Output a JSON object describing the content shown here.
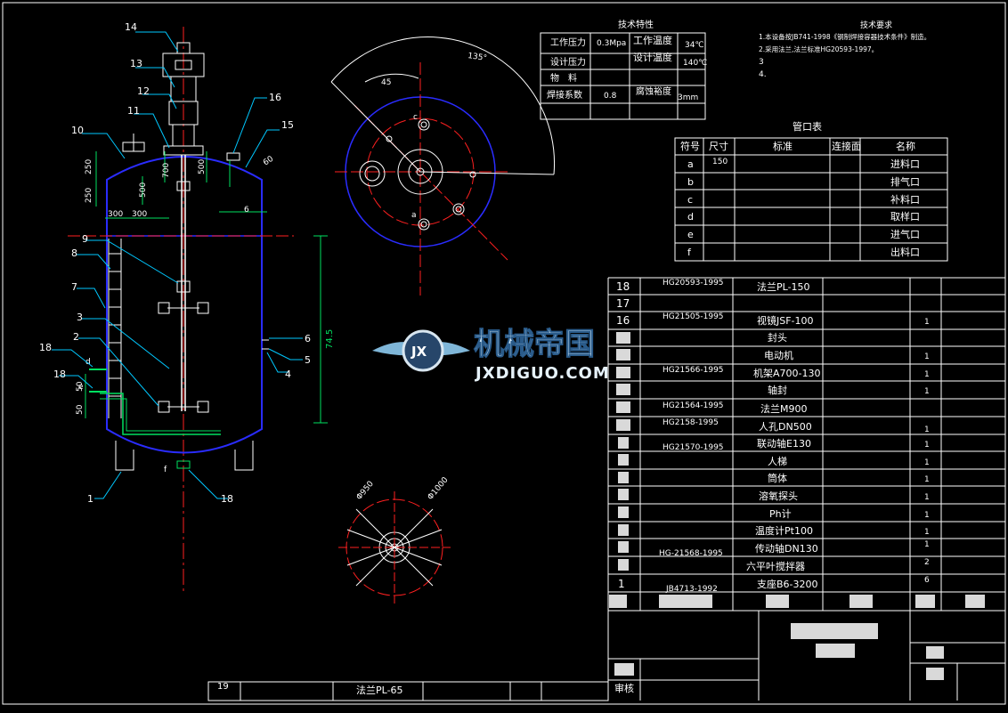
{
  "tech_table": {
    "title": "技术特性",
    "rows": [
      [
        "工作压力",
        "0.3Mpa",
        "工作温度",
        "34℃"
      ],
      [
        "设计压力",
        "",
        "设计温度",
        "140℃"
      ],
      [
        "物　料",
        "",
        "",
        ""
      ],
      [
        "焊接系数",
        "0.8",
        "腐蚀裕度",
        "3mm"
      ]
    ]
  },
  "notes": {
    "title": "技术要求",
    "lines": [
      "1.本设备按JB741-1998《钢制焊接容器技术条件》制造。",
      "2.采用法兰,法兰标准HG20593-1997。",
      "3",
      "4."
    ]
  },
  "nozzle_table": {
    "title": "管口表",
    "headers": [
      "符号",
      "尺寸",
      "标准",
      "连接面",
      "名称"
    ],
    "rows": [
      [
        "a",
        "150",
        "",
        "",
        "进料口"
      ],
      [
        "b",
        "",
        "",
        "",
        "排气口"
      ],
      [
        "c",
        "",
        "",
        "",
        "补料口"
      ],
      [
        "d",
        "",
        "",
        "",
        "取样口"
      ],
      [
        "e",
        "",
        "",
        "",
        "进气口"
      ],
      [
        "f",
        "",
        "",
        "",
        "出料口"
      ]
    ]
  },
  "bom": {
    "rows": [
      {
        "no": "18",
        "std": "HG20593-1995",
        "name": "法兰PL-150",
        "qty": ""
      },
      {
        "no": "17",
        "std": "",
        "name": "",
        "qty": ""
      },
      {
        "no": "16",
        "std": "HG21505-1995",
        "name": "视镜JSF-100",
        "qty": "1"
      },
      {
        "no": "",
        "std": "",
        "name": "封头",
        "qty": ""
      },
      {
        "no": "",
        "std": "",
        "name": "电动机",
        "qty": "1"
      },
      {
        "no": "",
        "std": "HG21566-1995",
        "name": "机架A700-130",
        "qty": "1"
      },
      {
        "no": "",
        "std": "",
        "name": "轴封",
        "qty": "1"
      },
      {
        "no": "",
        "std": "HG21564-1995",
        "name": "法兰M900",
        "qty": ""
      },
      {
        "no": "",
        "std": "HG2158-1995",
        "name": "人孔DN500",
        "qty": "1"
      },
      {
        "no": "",
        "std": "HG21570-1995",
        "name": "联动轴E130",
        "qty": "1"
      },
      {
        "no": "",
        "std": "",
        "name": "人梯",
        "qty": "1"
      },
      {
        "no": "",
        "std": "",
        "name": "筒体",
        "qty": "1"
      },
      {
        "no": "",
        "std": "",
        "name": "溶氧探头",
        "qty": "1"
      },
      {
        "no": "",
        "std": "",
        "name": "Ph计",
        "qty": "1"
      },
      {
        "no": "",
        "std": "",
        "name": "温度计Pt100",
        "qty": "1"
      },
      {
        "no": "",
        "std": "HG-21568-1995",
        "name": "传动轴DN130",
        "qty": "1"
      },
      {
        "no": "",
        "std": "",
        "name": "六平叶搅拌器",
        "qty": "2"
      },
      {
        "no": "1",
        "std": "JB4713-1992",
        "name": "支座B6-3200",
        "qty": "6"
      }
    ],
    "extra_row": {
      "no": "19",
      "name": "法兰PL-65"
    },
    "review_label": "审核"
  },
  "watermark": {
    "cn": "机械帝国",
    "en": "JXDIGUO.COM",
    "badge": "JX"
  },
  "drawing": {
    "part_labels": [
      "14",
      "13",
      "12",
      "11",
      "10",
      "16",
      "15",
      "9",
      "8",
      "7",
      "3",
      "2",
      "18",
      "18",
      "1",
      "18",
      "6",
      "5",
      "4"
    ],
    "dims": {
      "d250": "250",
      "d250b": "250",
      "d500a": "500",
      "d700": "700",
      "d500b": "500",
      "d300a": "300",
      "d300b": "300",
      "d745": "74.5",
      "d50a": "50",
      "d50b": "50",
      "d135": "135°",
      "d45": "45",
      "d60": "60",
      "d6": "6",
      "dia950": "Φ950",
      "dia1000": "Φ1000"
    },
    "nozzle_marks": {
      "a": "a",
      "c": "c",
      "d": "d",
      "e": "e",
      "f": "f"
    }
  },
  "colors": {
    "vessel": "#2a2cff",
    "center_line": "#ff2020",
    "dim_line": "#00e060",
    "leader": "#00c8ff",
    "drawing": "#ffffff",
    "magenta": "#ff40ff",
    "yellow": "#ffd400"
  }
}
